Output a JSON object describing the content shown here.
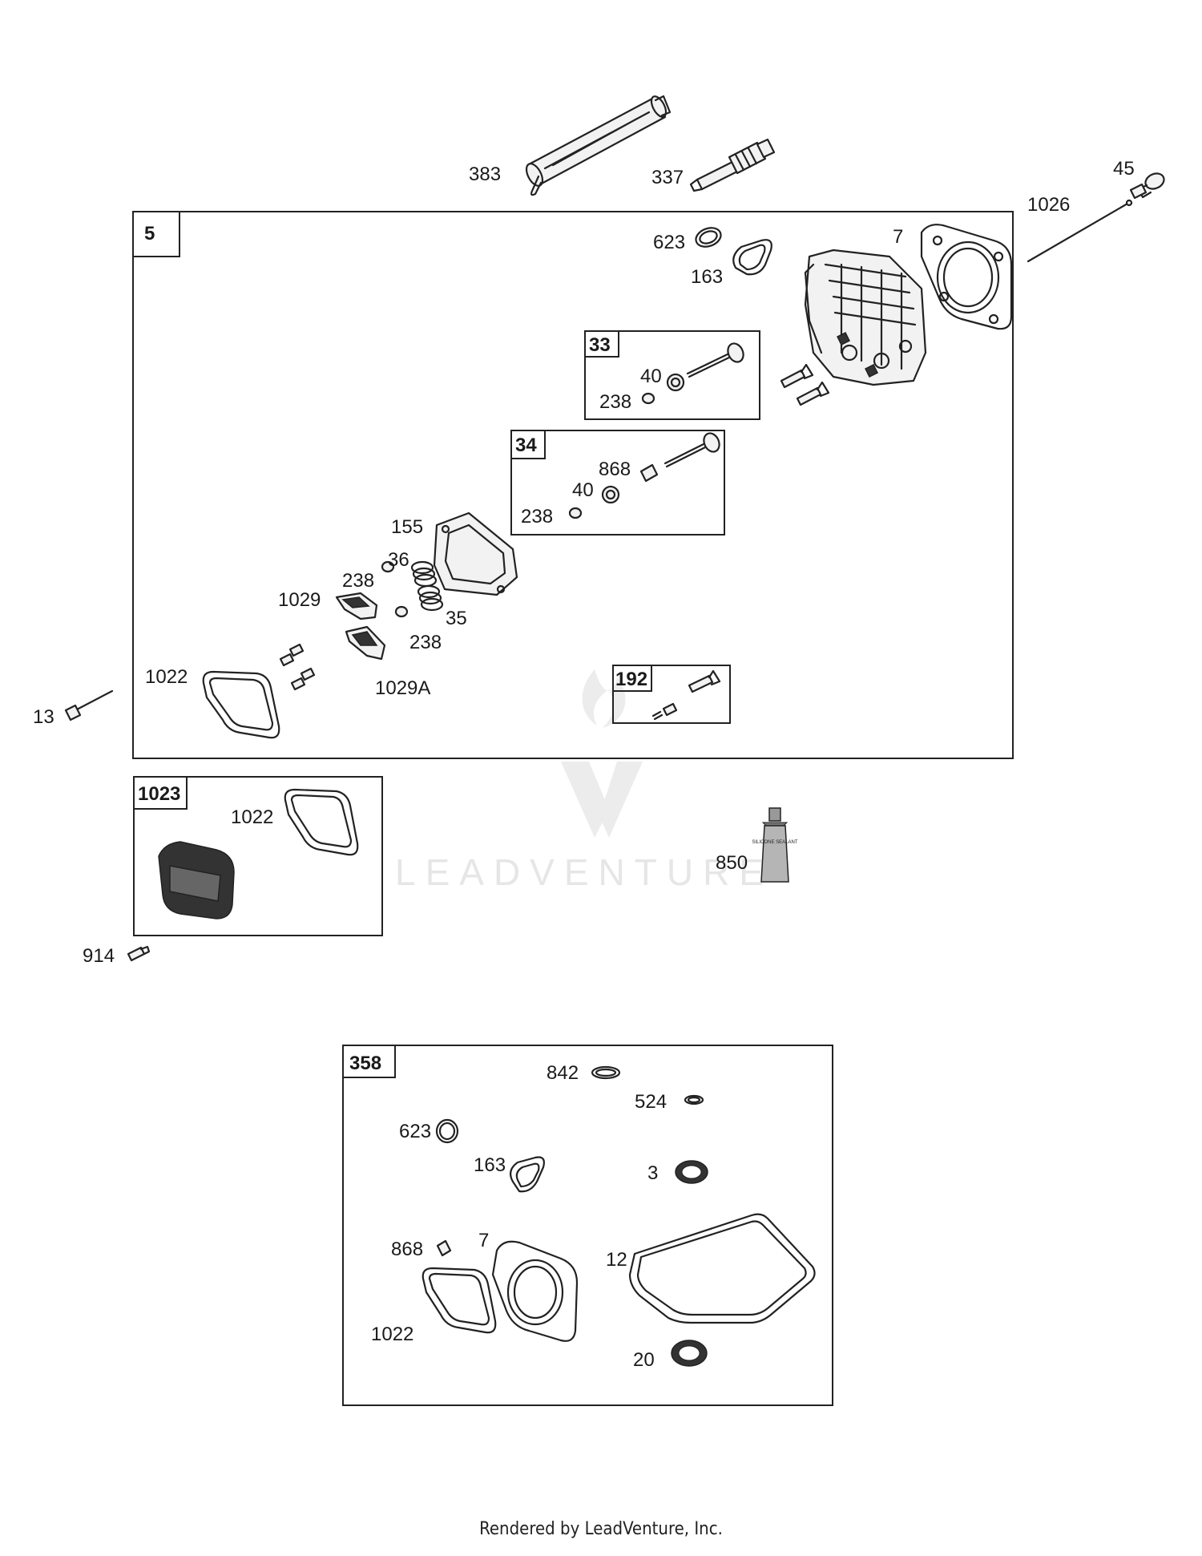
{
  "callouts": {
    "p383": "383",
    "p337": "337",
    "p45": "45",
    "p1026": "1026",
    "p623": "623",
    "p163": "163",
    "p7": "7",
    "p40a": "40",
    "p238a": "238",
    "p868": "868",
    "p40b": "40",
    "p238b": "238",
    "p155": "155",
    "p36": "36",
    "p238c": "238",
    "p1029": "1029",
    "p35": "35",
    "p238d": "238",
    "p1022": "1022",
    "p1029a": "1029A",
    "p13": "13",
    "p1022b": "1022",
    "p914": "914",
    "p850": "850",
    "k842": "842",
    "k524": "524",
    "k623": "623",
    "k163": "163",
    "k3": "3",
    "k868": "868",
    "k7": "7",
    "k12": "12",
    "k1022": "1022",
    "k20": "20"
  },
  "boxes": {
    "b5": "5",
    "b33": "33",
    "b34": "34",
    "b192": "192",
    "b1023": "1023",
    "b358": "358"
  },
  "tube_label": "SILICONE SEALANT",
  "watermark": "LEADVENTURE",
  "footer": "Rendered by LeadVenture, Inc."
}
